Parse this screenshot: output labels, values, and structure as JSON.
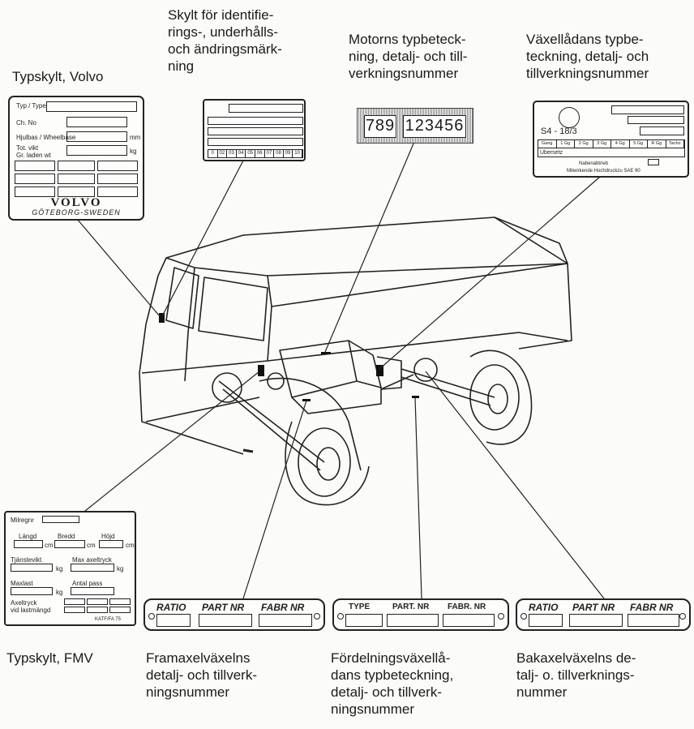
{
  "labels": {
    "typskylt_volvo": "Typskylt, Volvo",
    "skylt_ident": [
      "Skylt för identifie-",
      "rings-, underhålls-",
      "och ändringsmärk-",
      "ning"
    ],
    "motor": [
      "Motorns typbeteck-",
      "ning, detalj- och till-",
      "verkningsnummer"
    ],
    "vaxellada": [
      "Växellådans typbe-",
      "teckning, detalj- och",
      "tillverkningsnummer"
    ],
    "typskylt_fmv": "Typskylt, FMV",
    "framaxel": [
      "Framaxelväxelns",
      "detalj- och tillverk-",
      "ningsnummer"
    ],
    "fordelning": [
      "Fördelningsväxellå-",
      "dans typbeteckning,",
      "detalj- och tillverk-",
      "ningsnummer"
    ],
    "bakaxel": [
      "Bakaxelväxelns de-",
      "talj- o. tillverknings-",
      "nummer"
    ]
  },
  "volvo_plate": {
    "rows": [
      "Typ / Type",
      "Ch. No",
      "Hjulbas / Wheelbase",
      "Tot. vikt",
      "Gr. laden wt"
    ],
    "unit_mm": "mm",
    "unit_kg": "kg",
    "brand": "VOLVO",
    "city": "GÖTEBORG-SWEDEN"
  },
  "ident_plate": {
    "numbers": [
      "0",
      "02",
      "03",
      "04",
      "05",
      "06",
      "07",
      "08",
      "09",
      "10"
    ]
  },
  "engine_plate": {
    "type_no": "789",
    "serial_no": "123456"
  },
  "gearbox_plate": {
    "typ_value": "S4 - 18/3",
    "gears": [
      "Gang",
      "1 Gg",
      "2 Gg",
      "3 Gg",
      "4 Gg",
      "5 Gg",
      "R Gg",
      "Tacho"
    ],
    "row2": "Ubersetz",
    "footer1": "Nabenabtrieb",
    "footer2": "Mitwirkende Hochdruckzu SAE 90"
  },
  "fmv_plate": {
    "rows": [
      "Milregnr",
      "Längd",
      "Bredd",
      "Höjd",
      "Tjänstevikt",
      "Max axeltryck",
      "Maxlast",
      "Antal pass",
      "Axeltryck",
      "vid lastmängd"
    ],
    "unit_cm": "cm",
    "unit_kg": "kg",
    "code": "KATF/FA 75"
  },
  "axle_plates": {
    "front": [
      "RATIO",
      "PART NR",
      "FABR NR"
    ],
    "transfer": [
      "TYPE",
      "PART. NR",
      "FABR. NR"
    ],
    "rear": [
      "RATIO",
      "PART NR",
      "FABR NR"
    ]
  }
}
